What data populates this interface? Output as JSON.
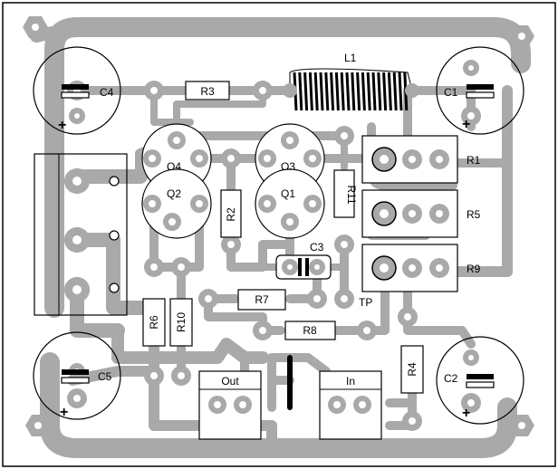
{
  "board": {
    "background": "#ffffff",
    "trace_color": "#a9a9a9",
    "outline_color": "#000000"
  },
  "labels": {
    "L1": "L1",
    "C1": "C1",
    "C2": "C2",
    "C3": "C3",
    "C4": "C4",
    "C5": "C5",
    "R1": "R1",
    "R2": "R2",
    "R3": "R3",
    "R4": "R4",
    "R5": "R5",
    "R6": "R6",
    "R7": "R7",
    "R8": "R8",
    "R9": "R9",
    "R10": "R10",
    "R11": "R11",
    "Q1": "Q1",
    "Q2": "Q2",
    "Q3": "Q3",
    "Q4": "Q4",
    "TP": "TP",
    "Out": "Out",
    "In": "In",
    "plus": "+"
  }
}
